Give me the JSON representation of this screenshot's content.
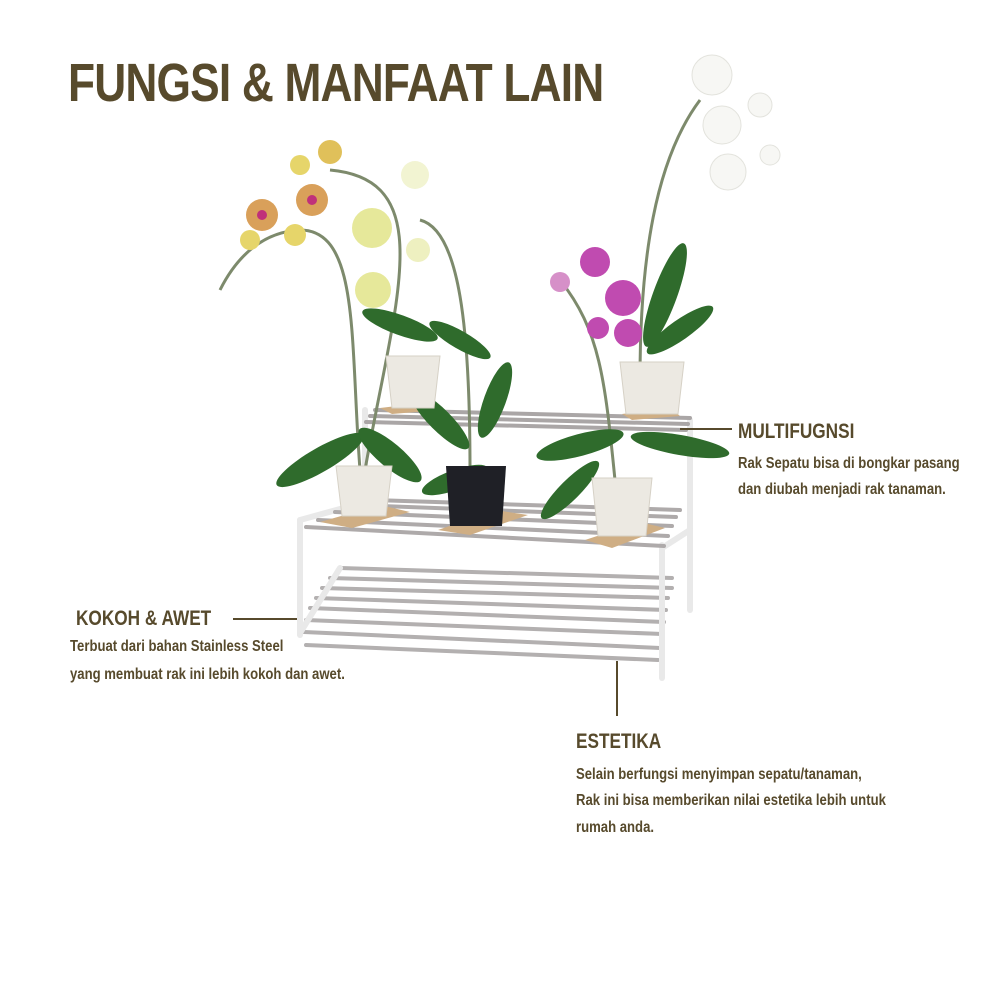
{
  "title": "FUNGSI & MANFAAT LAIN",
  "colors": {
    "text": "#574a2c",
    "background": "#ffffff",
    "rack_metal": "#a9a6a6",
    "rack_frame": "#f2f2f2",
    "leaf": "#2f6b2c",
    "orchid_yellow": "#e6e89a",
    "orchid_orange": "#d9a05a",
    "orchid_magenta": "#c04bb0",
    "orchid_white": "#f7f7f4",
    "pot_white": "#ece9e2",
    "pot_black": "#1f2026",
    "coaster": "#cfae84"
  },
  "product_image": {
    "description": "Three-tier stainless steel rack holding orchid plants in pots",
    "tiers": 3,
    "plants": [
      "yellow-orange orchid",
      "pale yellow orchid",
      "white orchid",
      "magenta orchid",
      "leaf plant white pot",
      "leaf plant black pot",
      "leaf plant white pot right"
    ]
  },
  "features": [
    {
      "id": "multifungsi",
      "title": "MULTIFUGNSI",
      "lines": [
        "Rak Sepatu bisa di bongkar pasang",
        "dan diubah menjadi rak tanaman."
      ]
    },
    {
      "id": "kokoh",
      "title": "KOKOH & AWET",
      "lines": [
        "Terbuat dari bahan Stainless Steel",
        "yang membuat rak ini lebih kokoh dan awet."
      ]
    },
    {
      "id": "estetika",
      "title": "ESTETIKA",
      "lines": [
        "Selain berfungsi menyimpan sepatu/tanaman,",
        "Rak ini bisa memberikan nilai estetika lebih untuk",
        "rumah anda."
      ]
    }
  ]
}
